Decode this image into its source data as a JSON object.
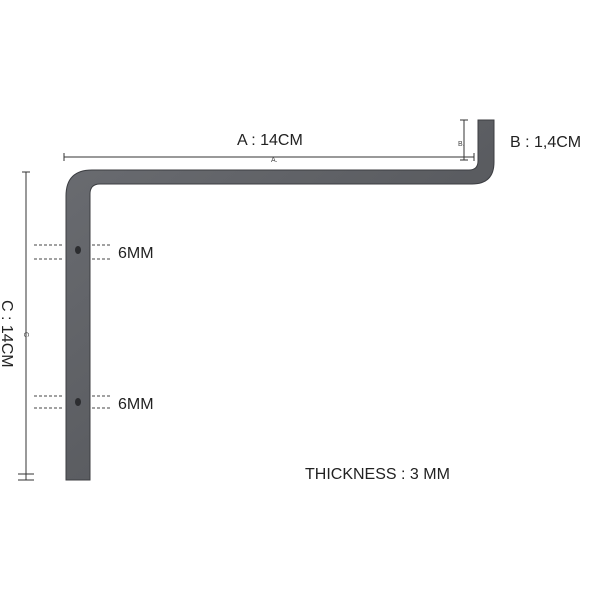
{
  "dimensions": {
    "a_label": "A : 14CM",
    "a_marker": "A.",
    "b_label": "B  : 1,4CM",
    "b_marker": "B.",
    "c_label": "C : 14CM",
    "c_marker": "C",
    "hole_top_label": "6MM",
    "hole_bottom_label": "6MM",
    "thickness_label": "THICKNESS : 3 MM"
  },
  "colors": {
    "metal": "#5d5f63",
    "metal_edge": "#3c3e42",
    "text": "#222222",
    "lines": "#333333"
  }
}
